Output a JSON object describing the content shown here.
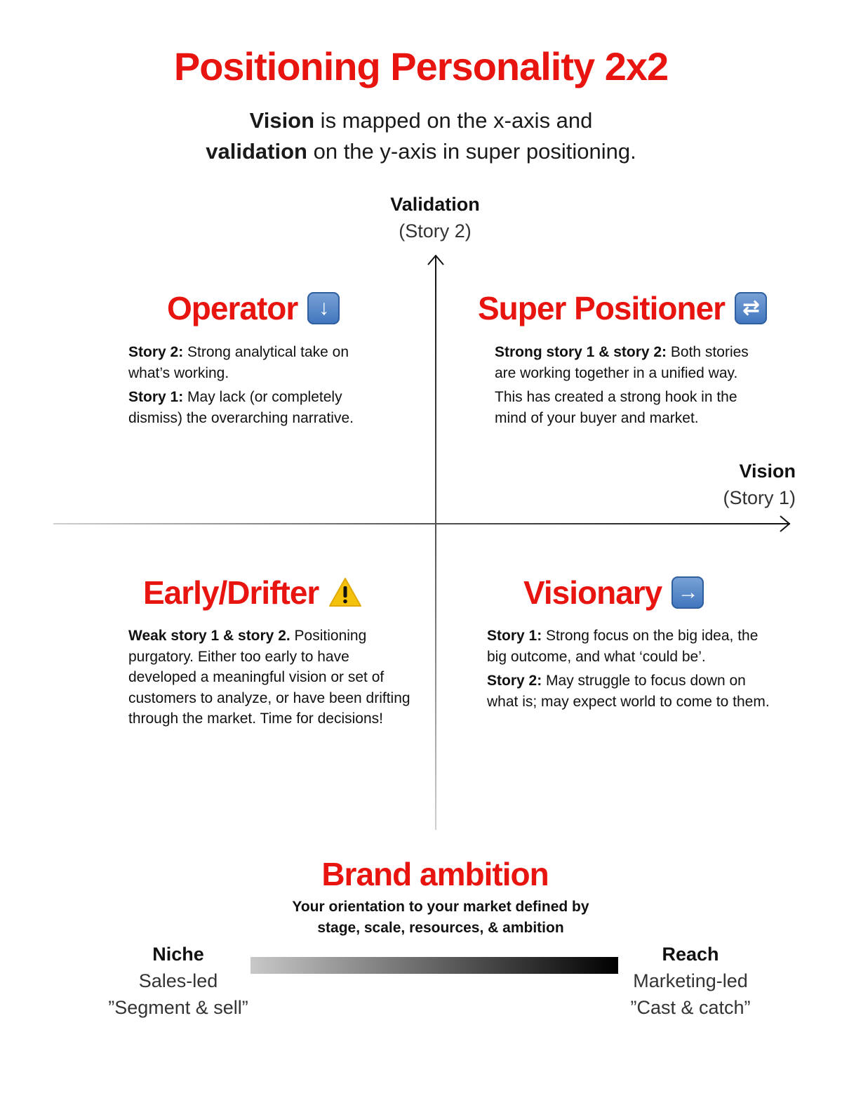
{
  "title": "Positioning Personality 2x2",
  "subtitle": {
    "line1_bold": "Vision",
    "line1_rest": " is mapped on the x-axis and",
    "line2_bold": "validation",
    "line2_rest": " on the y-axis in super positioning."
  },
  "axes": {
    "y": {
      "label": "Validation",
      "sublabel": "(Story 2)"
    },
    "x": {
      "label": "Vision",
      "sublabel": "(Story 1)"
    }
  },
  "quadrants": {
    "top_left": {
      "title": "Operator",
      "icon": "down-arrow-icon",
      "paragraphs": [
        {
          "bold": "Story 2:",
          "text": " Strong analytical take on what’s working."
        },
        {
          "bold": "Story 1:",
          "text": " May lack (or completely dismiss) the overarching narrative."
        }
      ]
    },
    "top_right": {
      "title": "Super Positioner",
      "icon": "repeat-icon",
      "paragraphs": [
        {
          "bold": "Strong story 1 & story 2:",
          "text": " Both stories are working together in a unified way."
        },
        {
          "bold": "",
          "text": "This has created a strong hook in the mind of your buyer and market."
        }
      ]
    },
    "bottom_left": {
      "title": "Early/Drifter",
      "icon": "warning-icon",
      "paragraphs": [
        {
          "bold": "Weak story 1 & story 2.",
          "text": " Positioning purgatory. Either too early to have developed a meaningful vision or set of customers to analyze, or have been drifting through the market. Time for decisions!"
        }
      ]
    },
    "bottom_right": {
      "title": "Visionary",
      "icon": "right-arrow-icon",
      "paragraphs": [
        {
          "bold": "Story 1:",
          "text": " Strong focus on the big idea, the big outcome, and what ‘could be’."
        },
        {
          "bold": "Story 2:",
          "text": " May struggle to focus down on what is; may expect world to come to them."
        }
      ]
    }
  },
  "brand": {
    "title": "Brand ambition",
    "subtitle_line1": "Your orientation to your market defined by",
    "subtitle_line2": "stage, scale, resources, & ambition",
    "left": {
      "label": "Niche",
      "line1": "Sales-led",
      "line2": "”Segment & sell”"
    },
    "right": {
      "label": "Reach",
      "line1": "Marketing-led",
      "line2": "”Cast & catch”"
    }
  },
  "colors": {
    "accent": "#e8140f",
    "icon_blue": "#4a7fc4",
    "warning_yellow": "#f4c20d"
  }
}
